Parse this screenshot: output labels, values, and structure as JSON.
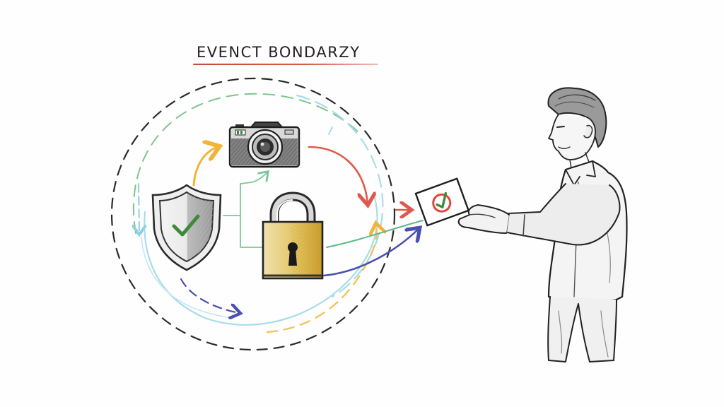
{
  "title": {
    "text": "EVENCT BONDARZY",
    "underline_color": "#d0503f"
  },
  "diagram": {
    "style": "pencil sketch",
    "boundary": {
      "shape": "dashed circle",
      "color": "#2b2b2b"
    },
    "nodes": [
      {
        "id": "shield",
        "icon": "shield-check-icon",
        "check_color": "#3f8a3a"
      },
      {
        "id": "camera",
        "icon": "camera-icon"
      },
      {
        "id": "padlock",
        "icon": "padlock-icon",
        "fill_color": "#d9b94d"
      }
    ],
    "arrows": [
      {
        "from": "shield",
        "to": "camera",
        "color": "#f0b43a",
        "style": "solid"
      },
      {
        "from": "shield",
        "to": "camera",
        "color": "#6fbf8a",
        "style": "solid-elbow"
      },
      {
        "from": "camera",
        "to": "boundary-right",
        "color": "#e0584c",
        "style": "solid"
      },
      {
        "from": "boundary",
        "to": "document",
        "color": "#e0584c",
        "style": "short"
      },
      {
        "from": "padlock",
        "to": "document",
        "color": "#5fb88a",
        "style": "solid"
      },
      {
        "from": "padlock",
        "to": "document",
        "color": "#4a4fb0",
        "style": "solid"
      },
      {
        "from": "left",
        "to": "bottom",
        "color": "#4a4fb0",
        "style": "dashed"
      },
      {
        "from": "bottom",
        "to": "right",
        "color": "#f0c45a",
        "style": "dashed"
      },
      {
        "orbit": "inner",
        "color": "#9fd6e6",
        "style": "dashed"
      },
      {
        "orbit": "inner",
        "color": "#7fc48e",
        "style": "dashed"
      }
    ],
    "document": {
      "icon": "checkmark-circle-icon",
      "circle_color": "#e0463c",
      "check_color": "#3f8a3a"
    },
    "person": {
      "description": "man in collared shirt holding out a document",
      "stroke": "#2a2a2a"
    }
  },
  "colors": {
    "background": "#fefefe",
    "ink": "#222222"
  }
}
